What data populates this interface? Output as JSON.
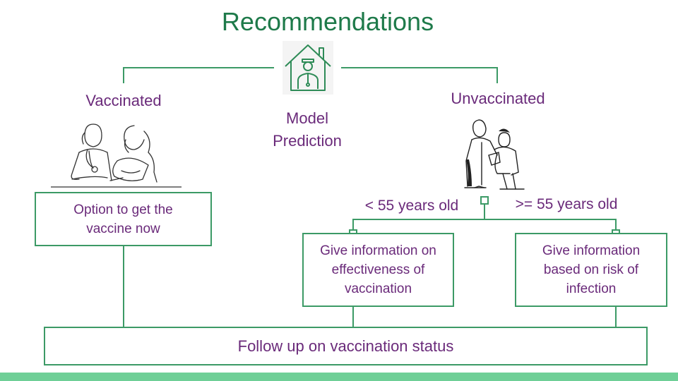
{
  "title": "Recommendations",
  "center_label": [
    "Model",
    "Prediction"
  ],
  "vaccinated": {
    "label": "Vaccinated",
    "box": [
      "Option to get the",
      "vaccine now"
    ]
  },
  "unvaccinated": {
    "label": "Unvaccinated",
    "young_label": "< 55 years old",
    "old_label": ">= 55 years old",
    "young_box": [
      "Give information on",
      "effectiveness of",
      "vaccination"
    ],
    "old_box": [
      "Give information",
      "based on risk of",
      "infection"
    ]
  },
  "followup": "Follow up on vaccination status",
  "colors": {
    "title": "#1e7a4a",
    "text": "#6a2a7a",
    "line": "#3c9a66",
    "bar": "#6fcf97"
  },
  "icons": [
    "house-doctor-icon",
    "nurse-mother-illustration",
    "doctor-patient-illustration"
  ]
}
